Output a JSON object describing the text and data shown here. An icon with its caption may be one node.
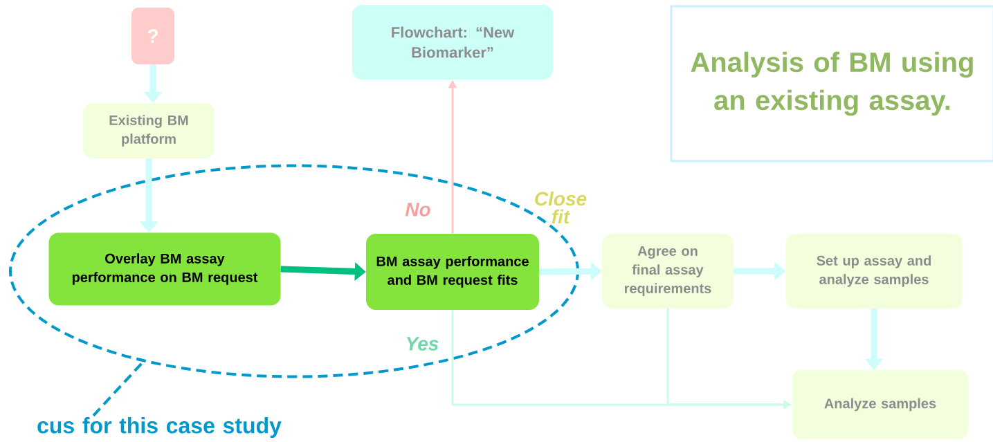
{
  "diagram": {
    "nodes": [
      {
        "text": [
          "?"
        ]
      },
      {
        "text": [
          "Existing BM platform"
        ]
      },
      {
        "text": [
          "Flowchart: “New Biomarker”"
        ]
      },
      {
        "text": [
          "Analysis of BM using an existing assay."
        ]
      },
      {
        "text": [],
        "shape": "ellipse"
      },
      {
        "text": [
          "Overlay BM assay performance on BM request"
        ],
        "in": 4
      },
      {
        "text": [
          "BM assay performance and BM request fits"
        ],
        "in": 4
      },
      {
        "text": [
          "Agree on final assay requirements"
        ]
      },
      {
        "text": [
          "Set up assay and analyze samples"
        ]
      },
      {
        "text": [
          "Analyze samples"
        ]
      },
      {
        "text": [
          "cus for this case study"
        ]
      }
    ],
    "edges": [
      {
        "from": 0,
        "to": 1,
        "arrow": "to"
      },
      {
        "from": 1,
        "to": 5,
        "arrow": "to"
      },
      {
        "from": 5,
        "to": 6,
        "arrow": "to",
        "color": "#00c080"
      },
      {
        "from": 6,
        "to": 2,
        "arrow": "to",
        "label": "No",
        "color": "#ffc8c8"
      },
      {
        "from": 6,
        "to": 7,
        "arrow": "to",
        "label": "Close fit"
      },
      {
        "from": 7,
        "to": 8,
        "arrow": "to"
      },
      {
        "from": 8,
        "to": 9,
        "arrow": "to"
      },
      {
        "from": 6,
        "to": 9,
        "arrow": "to",
        "label": "Yes",
        "color": "#ccfce6"
      },
      {
        "from": 7,
        "to": 9,
        "arrow": "to",
        "color": "#ccfce6"
      },
      {
        "from": 10,
        "to": 4,
        "arrow": "none",
        "style": "dashed",
        "color": "#0099cc"
      }
    ]
  }
}
